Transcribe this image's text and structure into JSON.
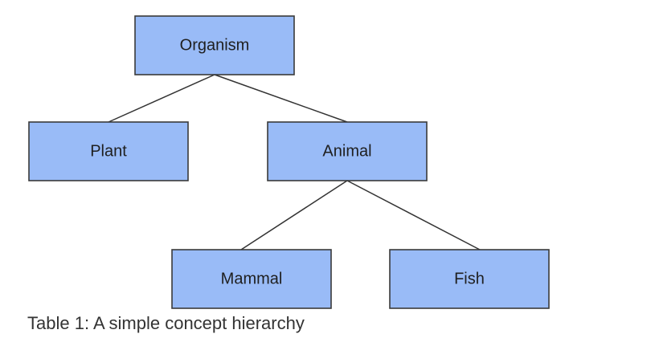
{
  "diagram": {
    "nodes": {
      "organism": "Organism",
      "plant": "Plant",
      "animal": "Animal",
      "mammal": "Mammal",
      "fish": "Fish"
    },
    "edges": [
      [
        "organism",
        "plant"
      ],
      [
        "organism",
        "animal"
      ],
      [
        "animal",
        "mammal"
      ],
      [
        "animal",
        "fish"
      ]
    ]
  },
  "caption": "Table 1: A simple concept hierarchy"
}
